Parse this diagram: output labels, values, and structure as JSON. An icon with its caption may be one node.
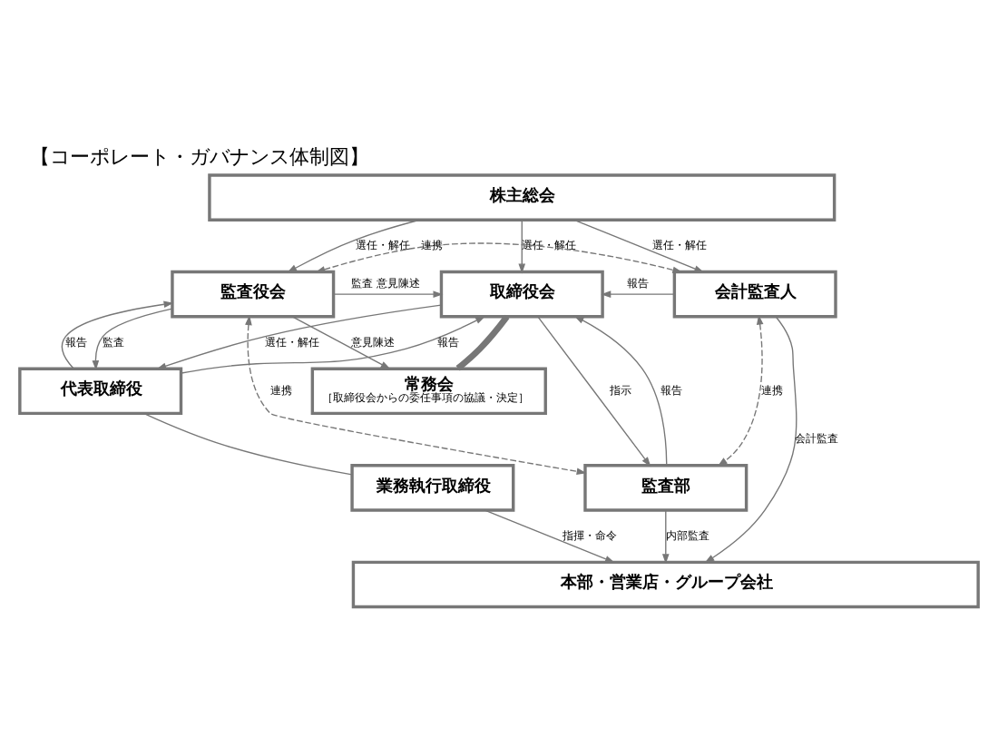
{
  "diagram": {
    "title": "【コーポレート・ガバナンス体制図】",
    "nodes": [
      {
        "text": [
          "株主総会"
        ]
      },
      {
        "text": [
          "監査役会"
        ]
      },
      {
        "text": [
          "取締役会"
        ]
      },
      {
        "text": [
          "会計監査人"
        ]
      },
      {
        "text": [
          "常務会",
          "［取締役会からの委任事項の協議・決定］"
        ]
      },
      {
        "text": [
          "代表取締役"
        ]
      },
      {
        "text": [
          "業務執行取締役"
        ]
      },
      {
        "text": [
          "監査部"
        ]
      },
      {
        "text": [
          "本部・営業店・グループ会社"
        ]
      }
    ],
    "edges": [
      {
        "from": 0,
        "to": 1,
        "arrow": "to",
        "label": "選任・解任"
      },
      {
        "from": 0,
        "to": 2,
        "arrow": "to",
        "label": "選任・解任"
      },
      {
        "from": 0,
        "to": 3,
        "arrow": "to",
        "label": "選任・解任"
      },
      {
        "from": 1,
        "to": 3,
        "arrow": "both",
        "label": "連携",
        "style": "dashed"
      },
      {
        "from": 1,
        "to": 2,
        "arrow": "to",
        "label": "監査 意見陳述"
      },
      {
        "from": 3,
        "to": 2,
        "arrow": "to",
        "label": "報告"
      },
      {
        "from": 2,
        "to": 4,
        "arrow": "none",
        "style": "thick"
      },
      {
        "from": 2,
        "to": 5,
        "arrow": "to",
        "label": "選任・解任"
      },
      {
        "from": 5,
        "to": 2,
        "arrow": "to",
        "label": "報告"
      },
      {
        "from": 1,
        "to": 5,
        "arrow": "to",
        "label": "監査"
      },
      {
        "from": 5,
        "to": 1,
        "arrow": "to",
        "label": "報告"
      },
      {
        "from": 1,
        "to": 4,
        "arrow": "to",
        "label": "意見陳述"
      },
      {
        "from": 2,
        "to": 7,
        "arrow": "to",
        "label": "指示"
      },
      {
        "from": 7,
        "to": 2,
        "arrow": "to",
        "label": "報告"
      },
      {
        "from": 1,
        "to": 7,
        "arrow": "both",
        "label": "連携",
        "style": "dashed"
      },
      {
        "from": 3,
        "to": 7,
        "arrow": "both",
        "label": "連携",
        "style": "dashed"
      },
      {
        "from": 3,
        "to": 8,
        "arrow": "to",
        "label": "会計監査"
      },
      {
        "from": 5,
        "to": 6,
        "arrow": "none"
      },
      {
        "from": 6,
        "to": 8,
        "arrow": "to",
        "label": "指揮・命令"
      },
      {
        "from": 7,
        "to": 8,
        "arrow": "to",
        "label": "内部監査"
      }
    ]
  }
}
